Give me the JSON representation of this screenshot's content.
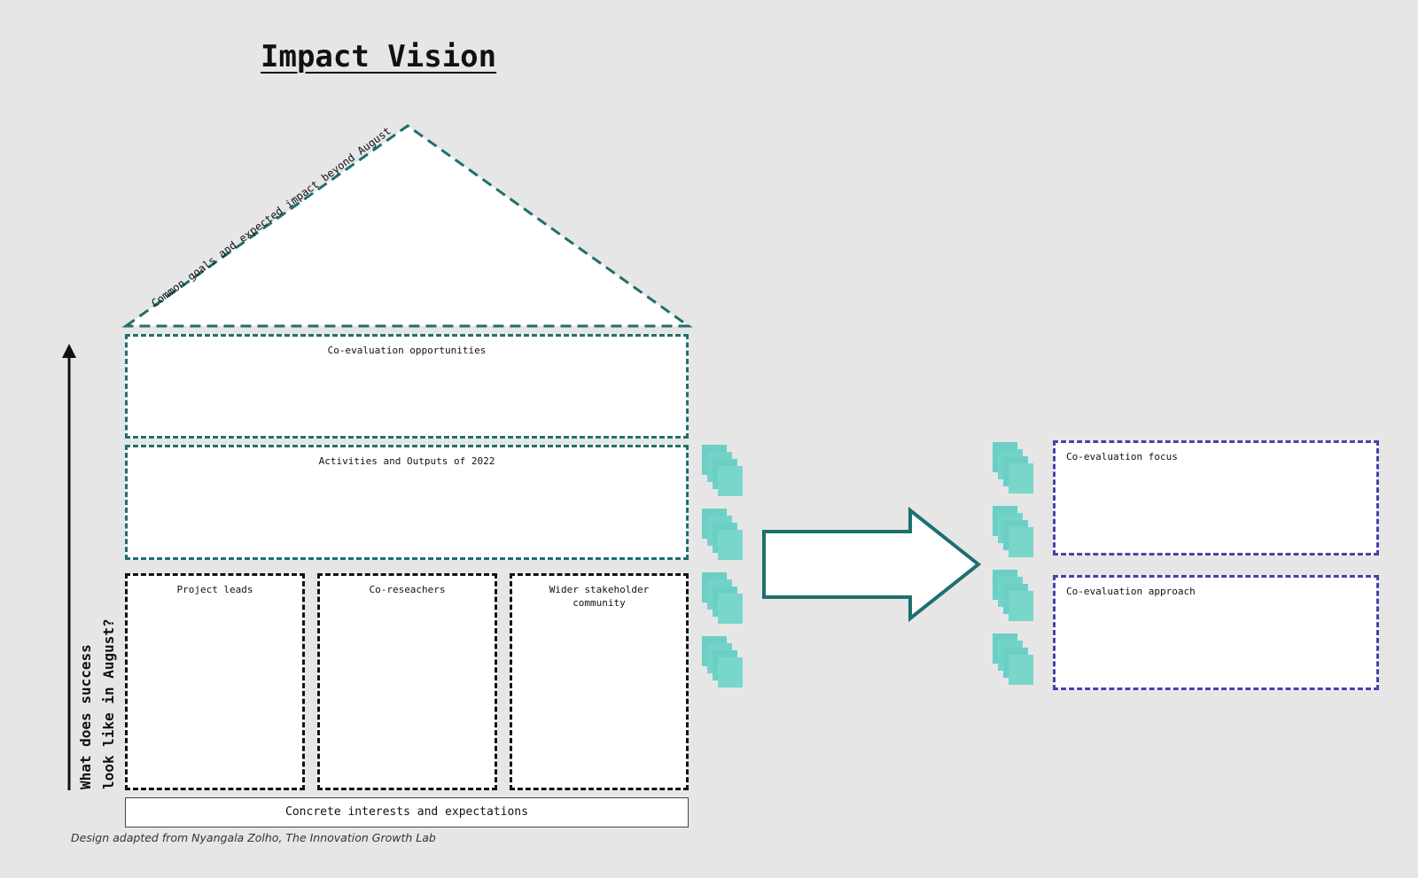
{
  "title": "Impact Vision",
  "roof_label": "Common goals and expected impact beyond August",
  "sections": {
    "coeval_opportunities": "Co-evaluation opportunities",
    "activities_outputs": "Activities and Outputs of 2022",
    "project_leads": "Project leads",
    "co_researchers": "Co-reseachers",
    "wider_stakeholder": "Wider stakeholder community"
  },
  "base_label": "Concrete interests and expectations",
  "axis_label_line1": "What does success",
  "axis_label_line2": "look like in August?",
  "right_boxes": {
    "focus": "Co-evaluation focus",
    "approach": "Co-evaluation approach"
  },
  "credit": "Design adapted from Nyangala Zolho, The Innovation Growth Lab",
  "colors": {
    "background": "#e6e6e6",
    "teal_dash": "#1f6f6f",
    "blue_dash": "#4444aa",
    "sticky": "#6ccfc4"
  }
}
